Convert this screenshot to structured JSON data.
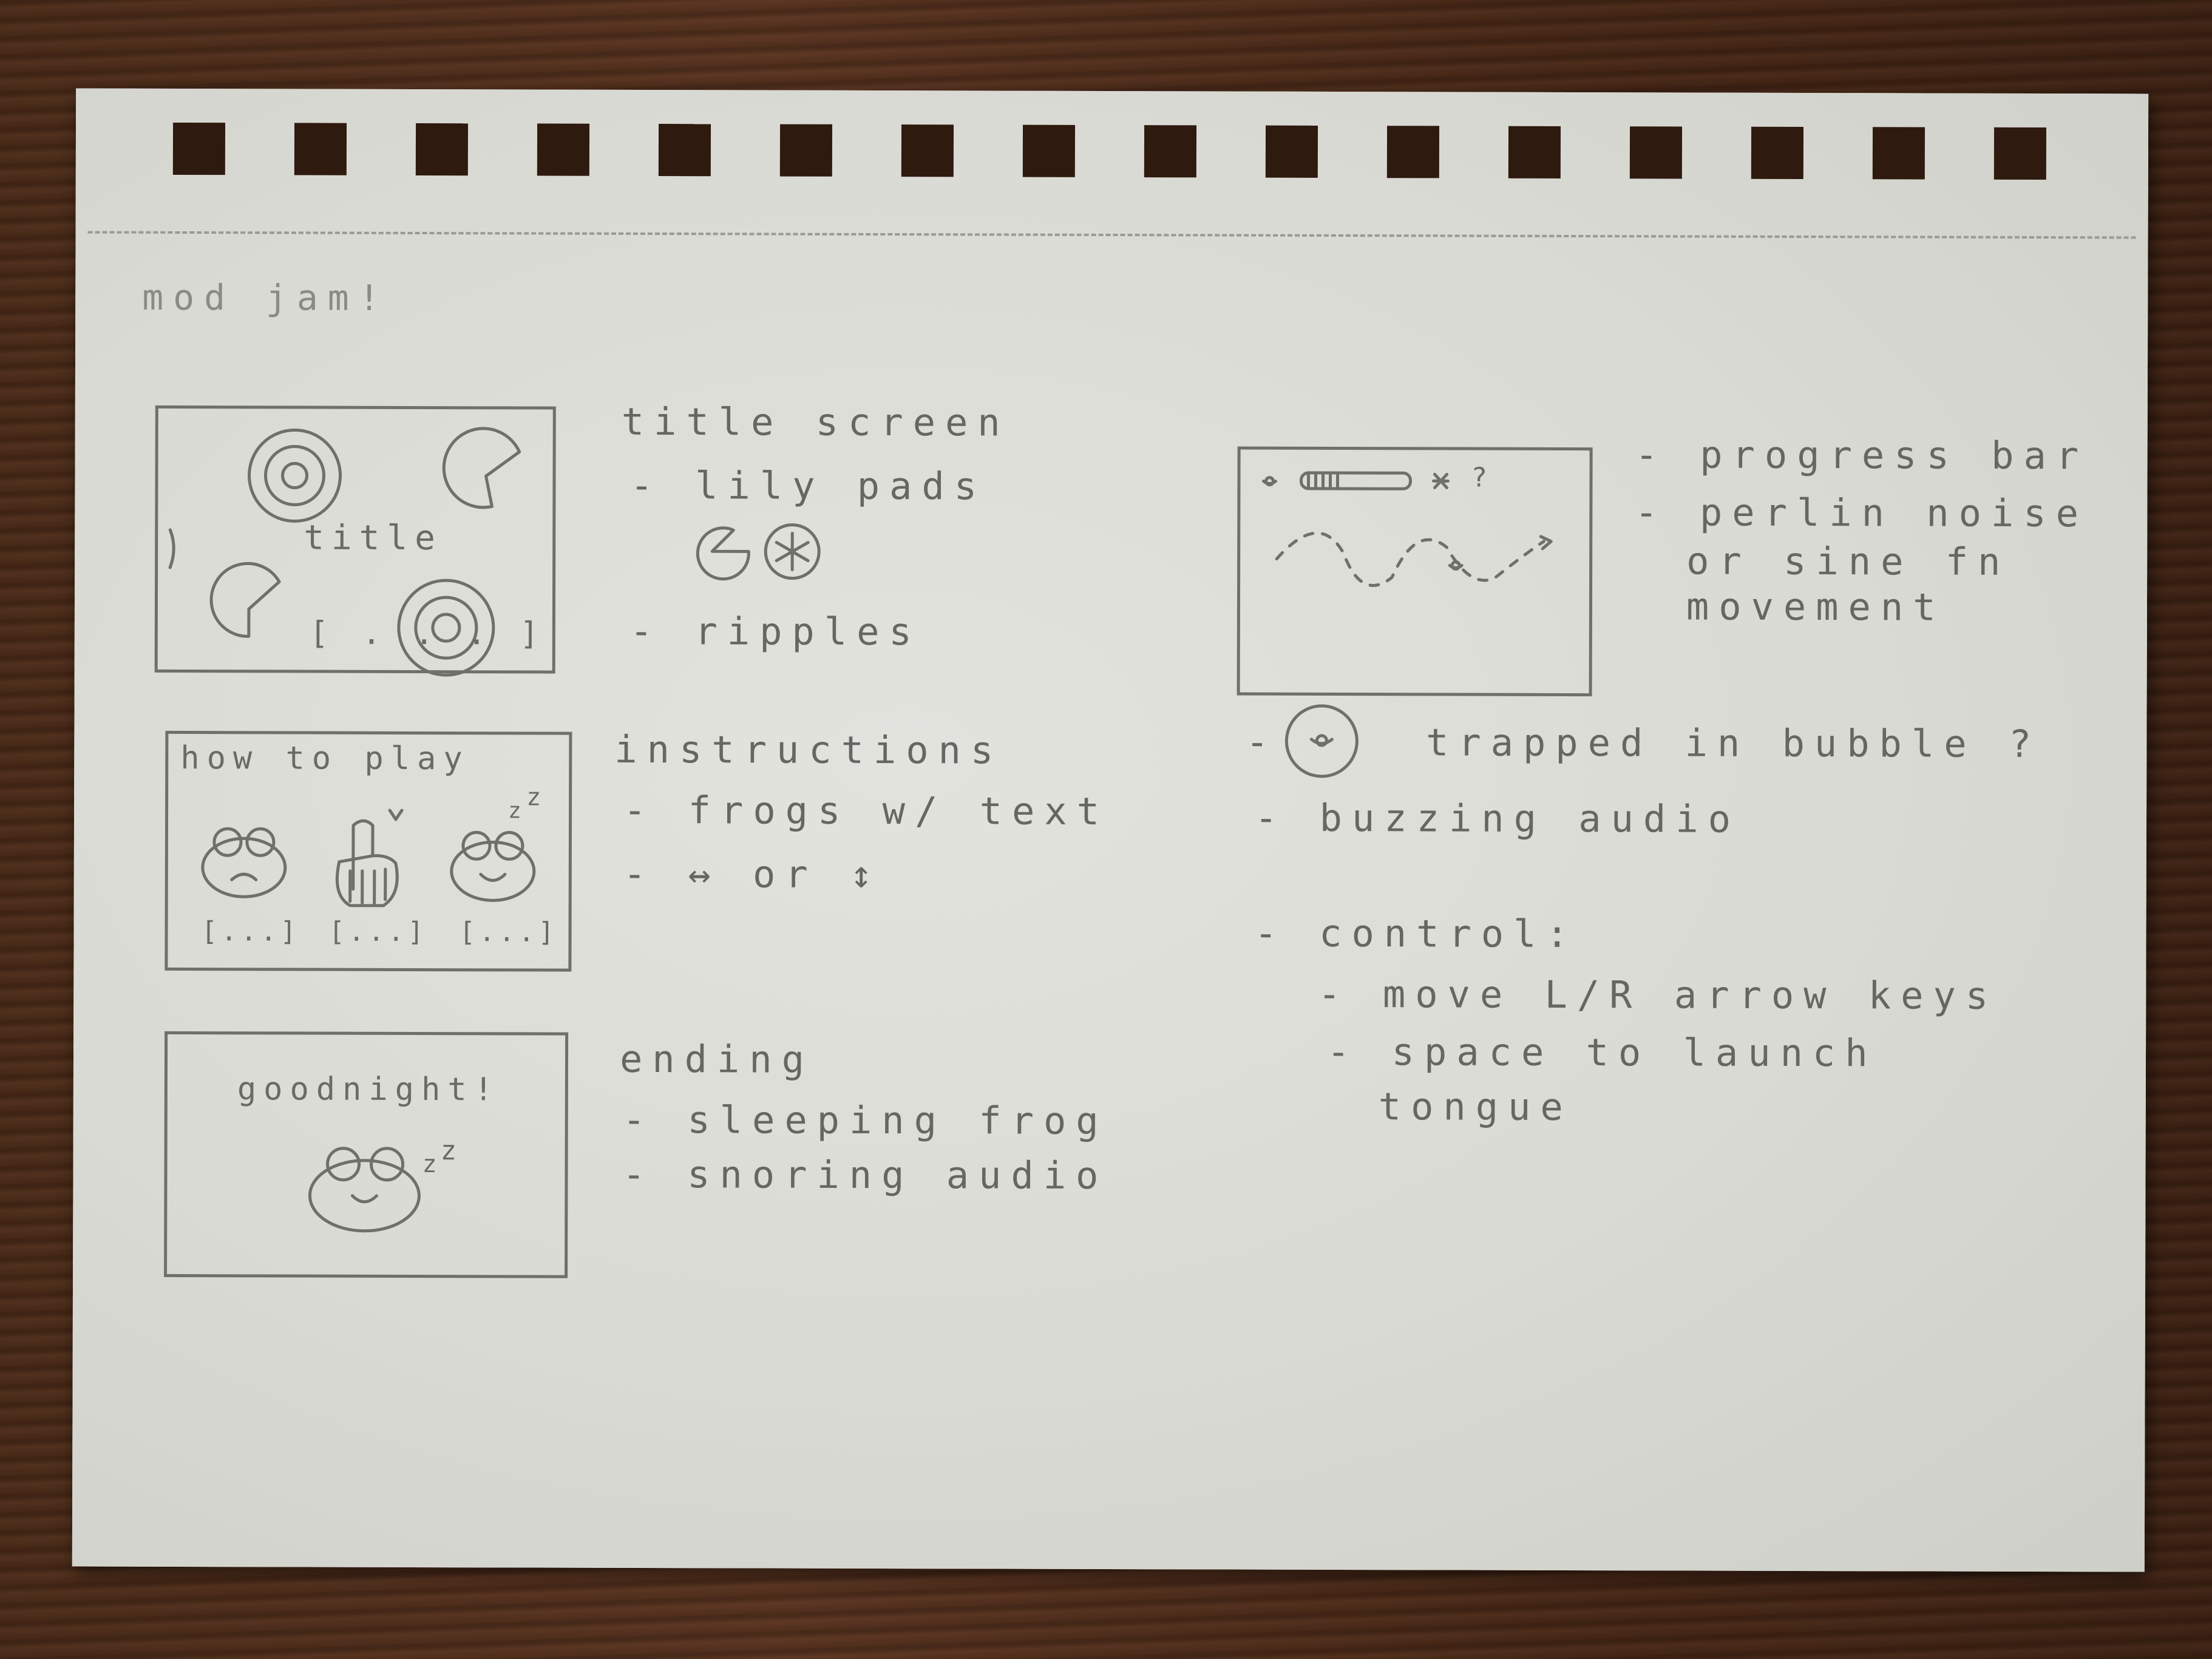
{
  "page_title": "mod jam!",
  "title_screen": {
    "box_title": "title",
    "box_button": "[ . . . ]",
    "heading": "title screen",
    "items": [
      "- lily pads",
      "- ripples"
    ]
  },
  "instructions": {
    "box_title": "how to play",
    "z_small": "z",
    "z_big": "z",
    "captions": [
      "[...]",
      "[...]",
      "[...]"
    ],
    "heading": "instructions",
    "items": [
      "- frogs w/ text",
      "- ↔ or ↕"
    ]
  },
  "ending": {
    "box_title": "goodnight!",
    "z_small": "z",
    "z_big": "z",
    "heading": "ending",
    "items": [
      "- sleeping frog",
      "- snoring audio"
    ]
  },
  "gameplay": {
    "box_hud_mark": "?",
    "items": [
      "- progress bar",
      "- perlin noise",
      "or sine fn",
      "movement"
    ]
  },
  "bubble_note": "- trapped in bubble ?",
  "buzzing_note": "- buzzing audio",
  "controls": {
    "heading": "- control:",
    "items": [
      "- move L/R arrow keys",
      "- space to launch",
      "tongue"
    ]
  }
}
